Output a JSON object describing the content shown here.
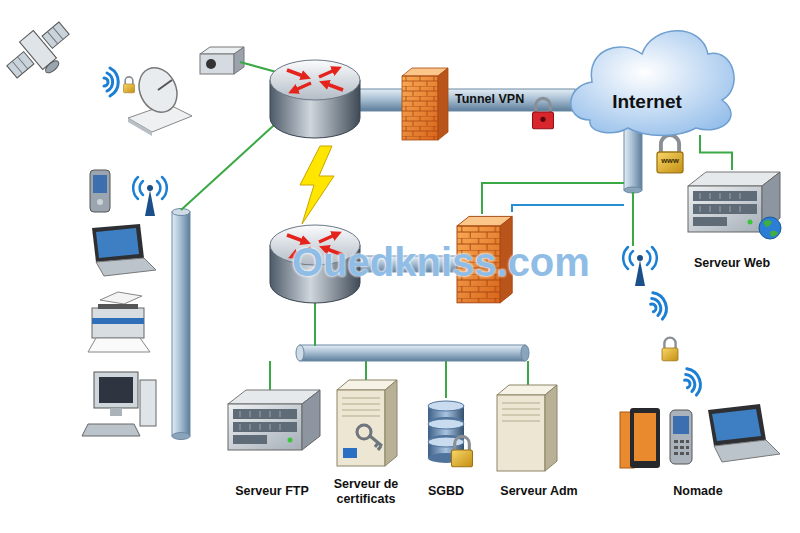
{
  "diagram": {
    "nodes": [
      {
        "text": [
          "Internet"
        ]
      },
      {
        "text": [
          "Serveur Web"
        ]
      },
      {
        "text": [
          "Serveur FTP"
        ]
      },
      {
        "text": [
          "Serveur de certificats"
        ]
      },
      {
        "text": [
          "SGBD"
        ]
      },
      {
        "text": [
          "Serveur Adm"
        ]
      },
      {
        "text": [
          "Nomade"
        ]
      }
    ],
    "edges": [
      {
        "from": 0,
        "to": 1,
        "arrow": "none"
      }
    ],
    "labels": [
      "Tunnel VPN",
      "www",
      "Ouedkniss.com"
    ]
  }
}
